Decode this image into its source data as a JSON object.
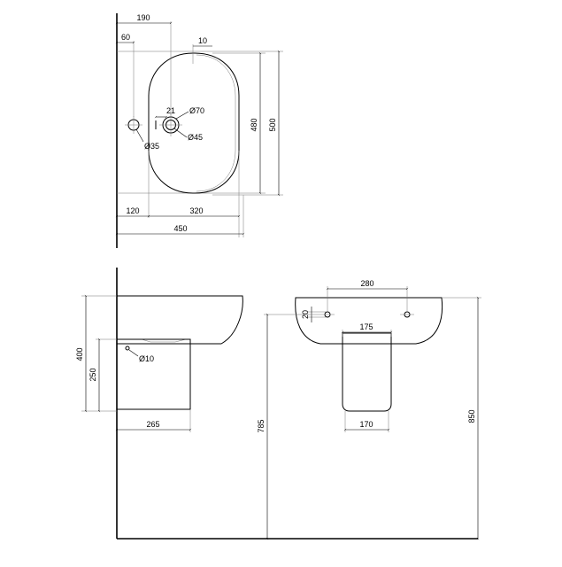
{
  "top_view": {
    "dims": {
      "d190": "190",
      "d60": "60",
      "d10": "10",
      "d21": "21",
      "d_o70": "Ø70",
      "d_o45": "Ø45",
      "d_o35": "Ø35",
      "d480": "480",
      "d500": "500",
      "d120": "120",
      "d320": "320",
      "d450": "450"
    }
  },
  "side_view": {
    "dims": {
      "d400": "400",
      "d250": "250",
      "d_o10": "Ø10",
      "d265": "265"
    }
  },
  "front_view": {
    "dims": {
      "d280": "280",
      "d20": "20",
      "d175": "175",
      "d170": "170",
      "d785": "785",
      "d850": "850"
    }
  }
}
